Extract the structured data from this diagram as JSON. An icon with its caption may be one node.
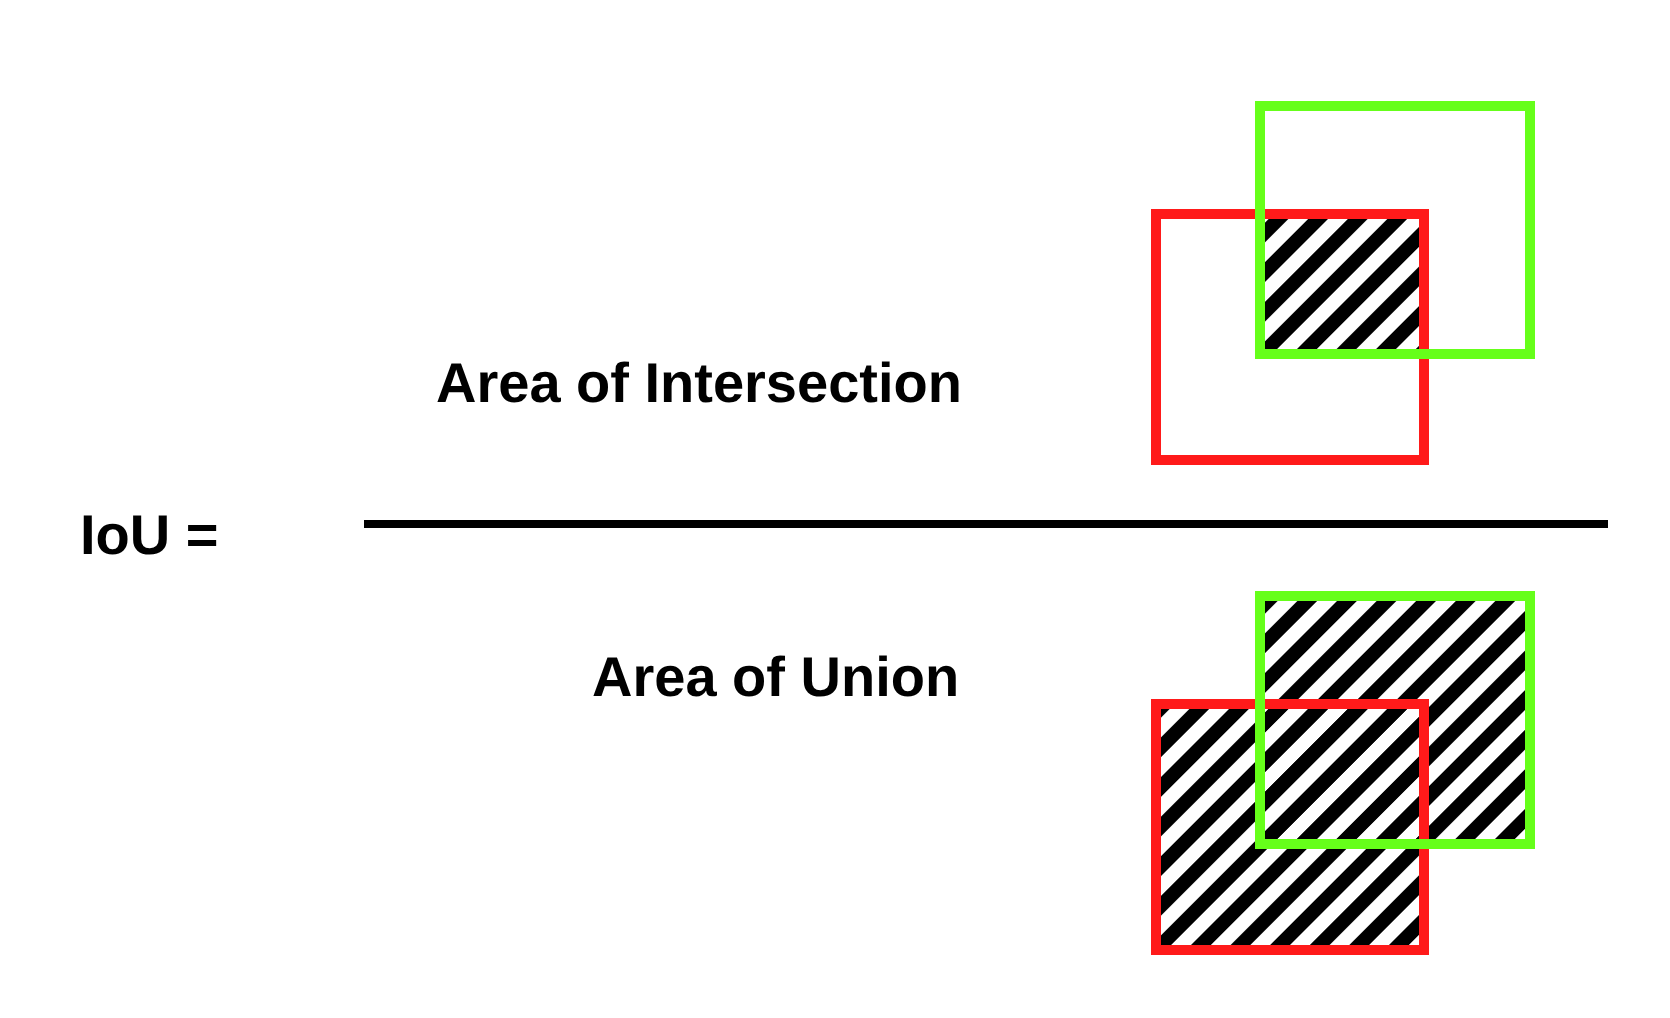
{
  "diagram": {
    "labels": [
      "IoU =",
      "Area of Intersection",
      "Area of Union"
    ]
  }
}
